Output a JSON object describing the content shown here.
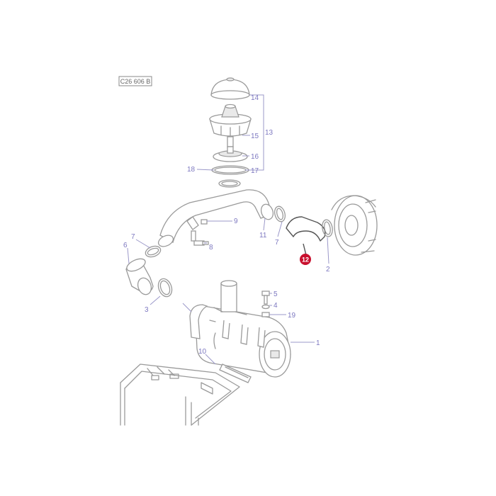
{
  "drawing_code": "C26 606 B",
  "callouts": {
    "c1": "1",
    "c2": "2",
    "c3": "3",
    "c4": "4",
    "c5": "5",
    "c6": "6",
    "c7a": "7",
    "c7b": "7",
    "c8": "8",
    "c9": "9",
    "c10": "10",
    "c11": "11",
    "c12": "12",
    "c13": "13",
    "c14": "14",
    "c15": "15",
    "c16": "16",
    "c17": "17",
    "c18": "18",
    "c19": "19"
  },
  "colors": {
    "callout": "#7d78c0",
    "highlight": "#c8102e",
    "line": "#9a9a9a"
  }
}
